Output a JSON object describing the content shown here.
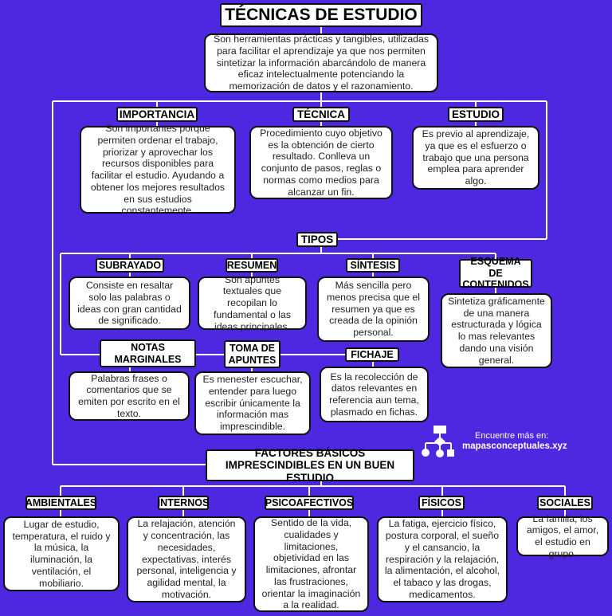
{
  "title": "TÉCNICAS DE ESTUDIO",
  "definition": "Son herramientas prácticas y tangibles, utilizadas para facilitar el aprendizaje ya que nos permiten sintetizar la información abarcándolo de manera eficaz intelectualmente potenciando la memorización de datos y el razonamiento.",
  "concepts": {
    "importancia": {
      "label": "IMPORTANCIA",
      "text": "Son importantes porque permiten ordenar el trabajo, priorizar y aprovechar los recursos disponibles para facilitar el estudio. Ayudando a obtener los mejores resultados en sus estudios constantemente."
    },
    "tecnica": {
      "label": "TÉCNICA",
      "text": "Procedimiento cuyo objetivo es la obtención de cierto resultado. Conlleva un conjunto de pasos, reglas o normas como medios para alcanzar un fin."
    },
    "estudio": {
      "label": "ESTUDIO",
      "text": "Es previo al aprendizaje, ya que es el esfuerzo o trabajo que una persona emplea para aprender algo."
    }
  },
  "tipos": {
    "label": "TIPOS",
    "subrayado": {
      "label": "SUBRAYADO",
      "text": "Consiste en resaltar solo las palabras o ideas con gran cantidad de significado."
    },
    "resumen": {
      "label": "RESUMEN",
      "text": "Son apuntes textuales que recopilan lo fundamental o las ideas principales."
    },
    "sintesis": {
      "label": "SÍNTESIS",
      "text": "Más sencilla pero menos precisa que el resumen ya que es creada de la opinión personal."
    },
    "esquema": {
      "label": "ESQUEMA DE CONTENIDOS",
      "text": "Sintetiza gráficamente de una manera estructurada y lógica lo mas relevantes dando una visión general."
    },
    "notas": {
      "label": "NOTAS MARGINALES",
      "text": "Palabras frases o comentarios que se emiten por escrito en el texto."
    },
    "toma": {
      "label": "TOMA DE APUNTES",
      "text": "Es menester escuchar, entender para luego escribir únicamente la información mas imprescindible."
    },
    "fichaje": {
      "label": "FICHAJE",
      "text": "Es la recolección de datos relevantes en referencia aun tema, plasmado en fichas."
    }
  },
  "factores": {
    "label": "FACTORES BÁSICOS IMPRESCINDIBLES EN UN BUEN ESTUDIO",
    "ambientales": {
      "label": "AMBIENTALES",
      "text": "Lugar de estudio, temperatura, el ruido y la música, la iluminación, la ventilación, el mobiliario."
    },
    "internos": {
      "label": "INTERNOS",
      "text": "La relajación, atención y concentración, las necesidades, expectativas, interés personal, inteligencia y agilidad mental, la motivación."
    },
    "psicoafectivos": {
      "label": "PSICOAFECTIVOS",
      "text": "Sentido de la vida, cualidades y limitaciones, objetividad en las limitaciones, afrontar las frustraciones, orientar la imaginación a la realidad."
    },
    "fisicos": {
      "label": "FÍSICOS",
      "text": "La fatiga, ejercicio físico, postura corporal, el sueño y el cansancio, la respiración y la relajación, la alimentación, el alcohol, el tabaco y las drogas, medicamentos."
    },
    "sociales": {
      "label": "SOCIALES",
      "text": "La familia, los amigos, el amor, el estudio en grupo."
    }
  },
  "branding": {
    "line1": "Encuentre más en:",
    "line2": "mapasconceptuales.xyz",
    "logo_icon": "diagram-logo-icon"
  },
  "colors": {
    "background": "#4E28E0",
    "box": "#FFFFFF",
    "border": "#111111",
    "line": "#FFFFFF"
  }
}
